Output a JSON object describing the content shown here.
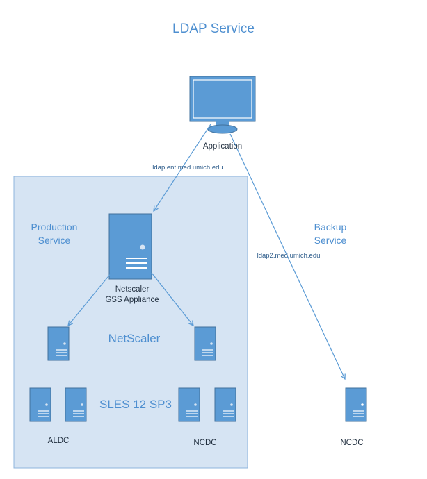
{
  "title": "LDAP Service",
  "nodes": {
    "application": "Application",
    "netscaler_gss": "Netscaler\nGSS Appliance",
    "aldc": "ALDC",
    "ncdc_prod": "NCDC",
    "ncdc_backup": "NCDC"
  },
  "groups": {
    "production": "Production\nService",
    "backup": "Backup\nService",
    "netscaler": "NetScaler",
    "sles": "SLES 12 SP3"
  },
  "edges": {
    "primary_host": "ldap.ent.med.umich.edu",
    "backup_host": "ldap2.med.umich.edu"
  },
  "colors": {
    "device": "#5b9bd5",
    "device_border": "#41719c",
    "zone_fill": "#d6e4f3",
    "zone_border": "#8eb4dd",
    "arrow": "#5b9bd5",
    "accent_text": "#4e8fd0"
  },
  "icons": {
    "application": "monitor-icon",
    "servers": "server-icon"
  }
}
